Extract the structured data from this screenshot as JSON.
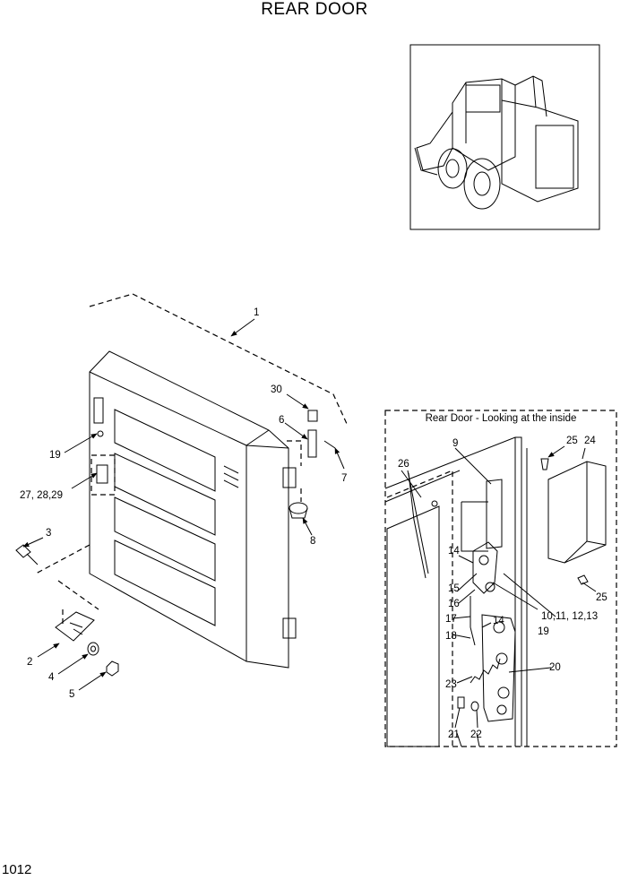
{
  "title": "REAR DOOR",
  "page_number": "1012",
  "inset_caption": "Rear Door - Looking at the inside",
  "callouts": {
    "c1": "1",
    "c2": "2",
    "c3": "3",
    "c4": "4",
    "c5": "5",
    "c6": "6",
    "c7": "7",
    "c8": "8",
    "c19a": "19",
    "c27": "27, 28,29",
    "c30": "30",
    "c9": "9",
    "c10": "10,11, 12,13",
    "c14a": "14",
    "c14b": "14",
    "c15": "15",
    "c16": "16",
    "c17": "17",
    "c18": "18",
    "c19b": "19",
    "c20": "20",
    "c21": "21",
    "c22": "22",
    "c23": "23",
    "c24": "24",
    "c25a": "25",
    "c25b": "25",
    "c26": "26"
  }
}
